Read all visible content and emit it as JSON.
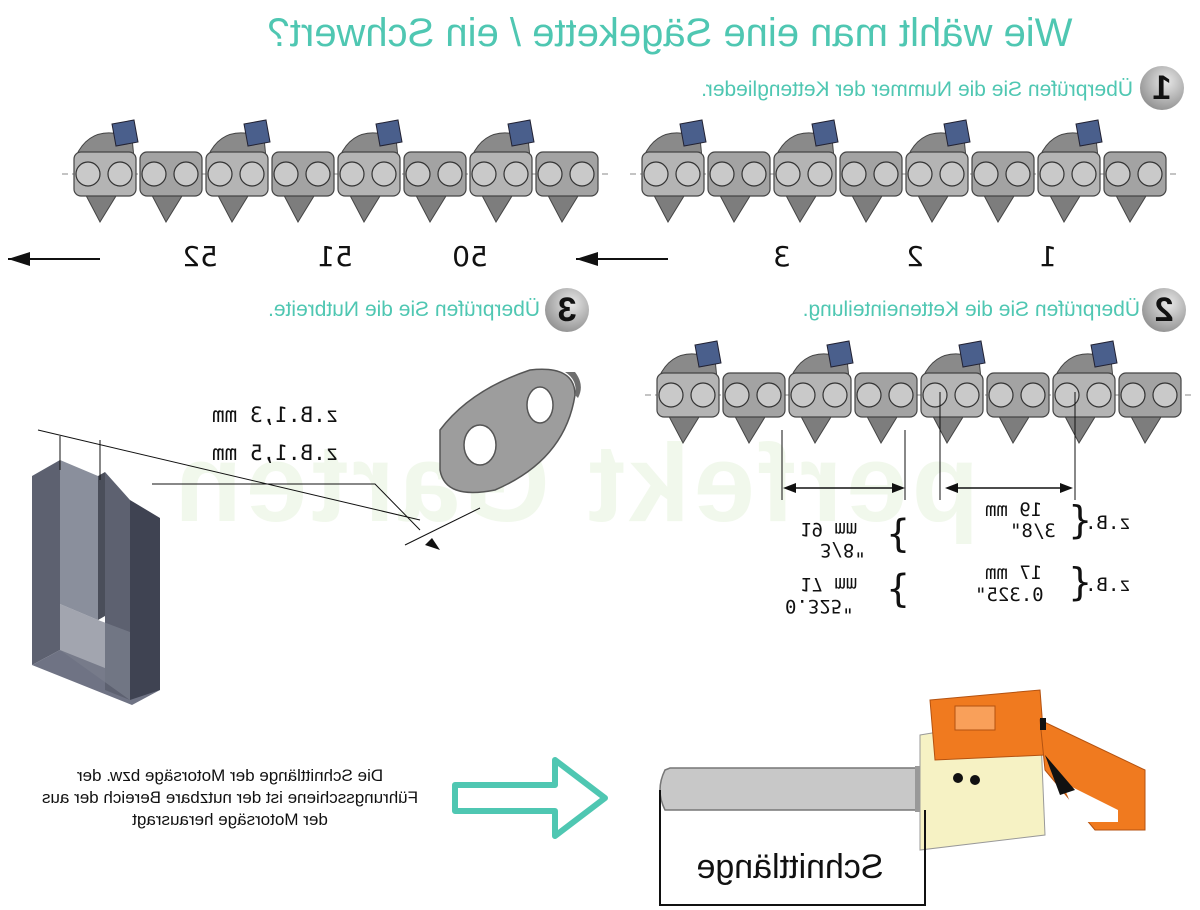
{
  "title": "Wie wählt man eine Sägekette / ein Schwert?",
  "steps": [
    {
      "number": "1",
      "text": "Überprüfen Sie die Nummer der Kettenglieder."
    },
    {
      "number": "2",
      "text": "Überprüfen Sie die Ketteneinteilung."
    },
    {
      "number": "3",
      "text": "Überprüfen Sie die Nutbreite."
    }
  ],
  "link_numbers": {
    "left_chain": [
      "52",
      "51",
      "50"
    ],
    "right_chain": [
      "3",
      "2",
      "1"
    ]
  },
  "groove_width": {
    "line1": "z.B.1,3 mm",
    "line2": "z.B.1,5 mm"
  },
  "pitch": {
    "zb": "z.B.",
    "right": [
      {
        "mm": "19 mm",
        "inch": "3/8\""
      },
      {
        "mm": "17 mm",
        "inch": "0.325\""
      }
    ],
    "left": [
      {
        "mm": "19 mm",
        "inch": "3/8\""
      },
      {
        "mm": "17 mm",
        "inch": "0.325\""
      }
    ]
  },
  "note": "Die Schnittlänge der Motorsäge bzw. der Führungsschiene ist der nutzbare Bereich der aus der Motorsäge herausragt",
  "cut_length_label": "Schnittlänge",
  "watermark": "perfekt Garten",
  "colors": {
    "accent": "#4fc7b2",
    "chain_gray": "#9a9a9a",
    "link_dark": "#5a5a5a",
    "cutter_blue": "#4a5f8c",
    "saw_orange": "#f07a1f",
    "bar_gray": "#c8c8c8"
  }
}
